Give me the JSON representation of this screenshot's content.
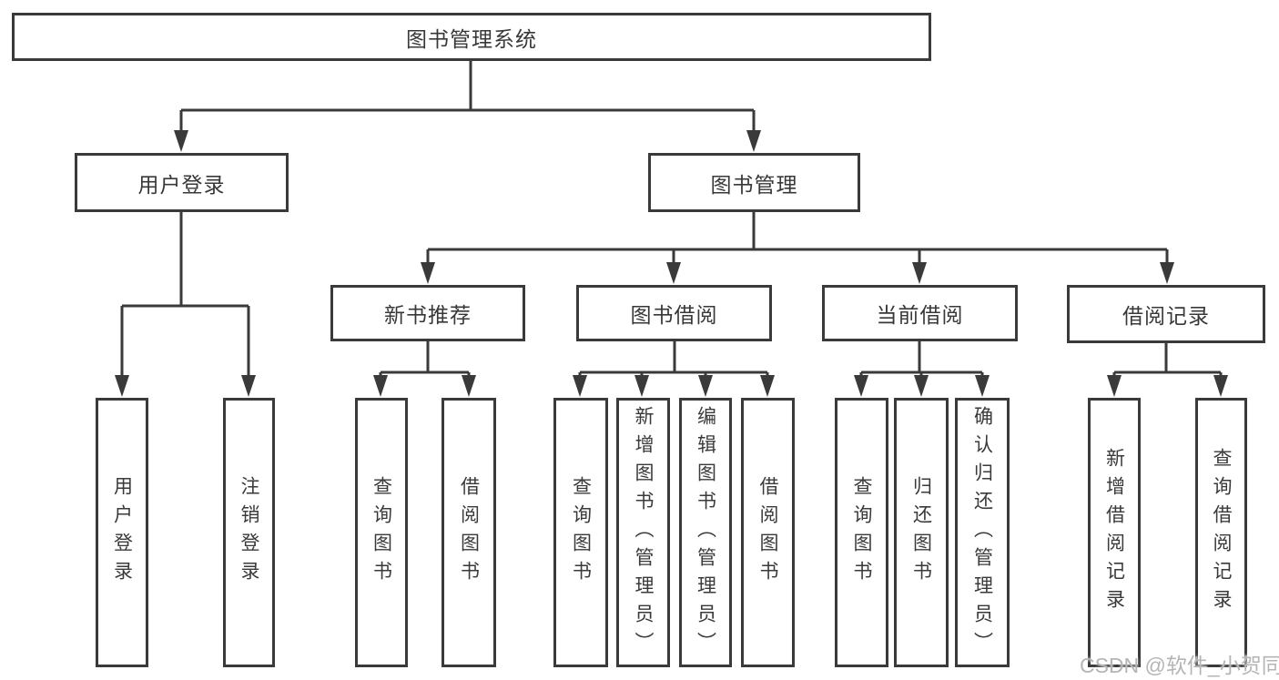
{
  "diagram": {
    "tree": {
      "root": "图书管理系统",
      "branches": [
        {
          "label": "用户登录",
          "leaves": [
            "用户登录",
            "注销登录"
          ]
        },
        {
          "label": "图书管理",
          "groups": [
            {
              "label": "新书推荐",
              "leaves": [
                "查询图书",
                "借阅图书"
              ]
            },
            {
              "label": "图书借阅",
              "leaves": [
                "查询图书",
                "新增图书（管理员）",
                "编辑图书（管理员）",
                "借阅图书"
              ]
            },
            {
              "label": "当前借阅",
              "leaves": [
                "查询图书",
                "归还图书",
                "确认归还（管理员）"
              ]
            },
            {
              "label": "借阅记录",
              "leaves": [
                "新增借阅记录",
                "查询借阅记录"
              ]
            }
          ]
        }
      ]
    },
    "watermark": "CSDN @软件_小贺同学",
    "colors": {
      "line": "#3a3a3a",
      "node_border": "#3a3a3a",
      "node_text": "#383838",
      "node_background": "#ffffff",
      "watermark_text": "#b5b5b5",
      "page_background": "#ffffff"
    }
  }
}
